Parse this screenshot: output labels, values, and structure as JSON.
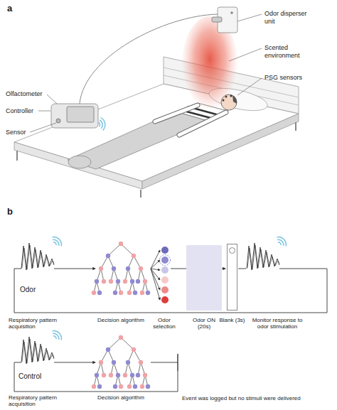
{
  "diagram": {
    "nodes": [
      {
        "text": [
          "Odor ON (20s)"
        ]
      },
      {
        "text": [
          "Blank (3s)"
        ]
      }
    ],
    "labels": [
      "a",
      "Olfactometer",
      "Controller",
      "Sensor",
      "Odor disperser unit",
      "Scented environment",
      "PSG sensors",
      "b",
      "Odor",
      "Respiratory pattern acquisition",
      "Decision algorithm",
      "Odor selection",
      "Monitor response to odor stimulation",
      "Control",
      "Respiratory pattern acquisition",
      "Decision algorithm",
      "Event was logged but no stimuli were delivered"
    ]
  }
}
